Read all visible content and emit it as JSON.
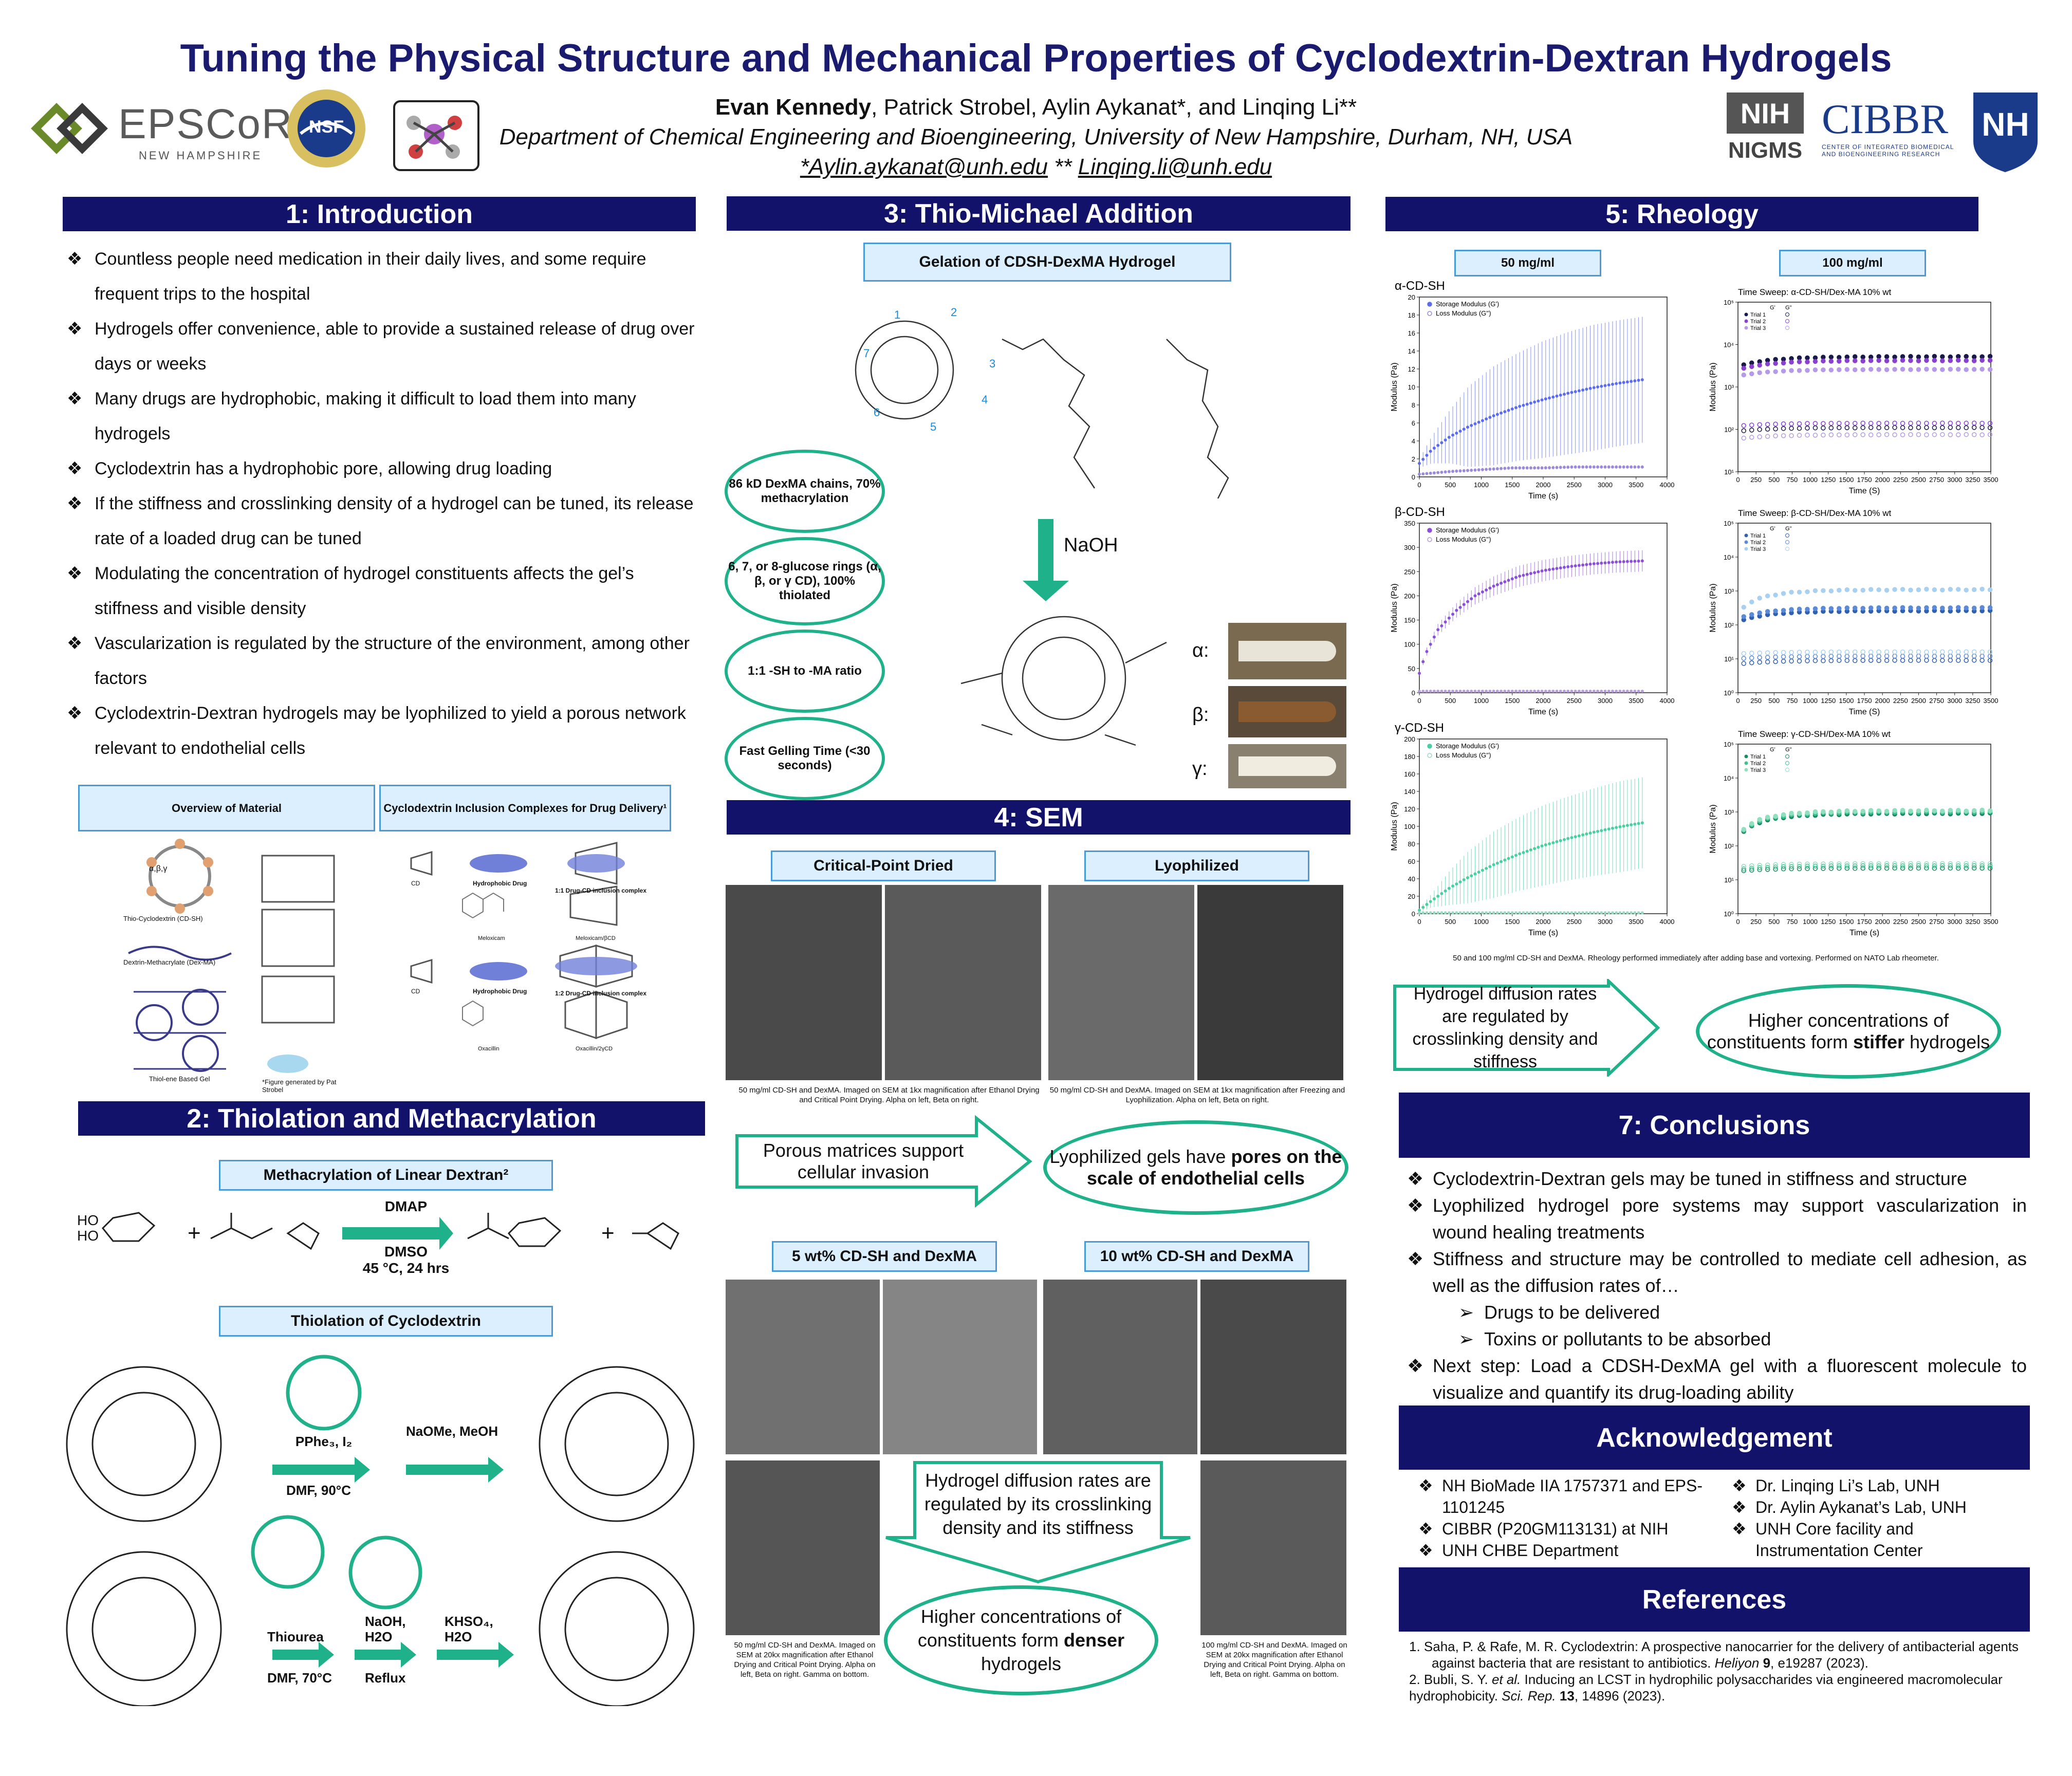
{
  "title": "Tuning the Physical Structure and Mechanical Properties of Cyclodextrin-Dextran Hydrogels",
  "authors": {
    "lead": "Evan Kennedy",
    "others": ", Patrick Strobel, Aylin Aykanat*, and Linqing Li**",
    "affiliation": "Department of Chemical Engineering and Bioengineering, University of New Hampshire, Durham, NH, USA",
    "email1": "*Aylin.aykanat@unh.edu",
    "sep": " ** ",
    "email2": "Linqing.li@unh.edu"
  },
  "logos": {
    "epscor_main": "EPSCoR",
    "epscor_sub": "NEW HAMPSHIRE",
    "nsf": "NSF",
    "nih": "NIH",
    "nigms": "NIGMS",
    "cibbr": "CIBBR",
    "cibbr_sub1": "CENTER OF INTEGRATED BIOMEDICAL",
    "cibbr_sub2": "AND BIOENGINEERING RESEARCH",
    "unh": "NH"
  },
  "intro": {
    "header": "1: Introduction",
    "bullet_glyph": "❖",
    "bullets": [
      "Countless people need medication in their daily lives, and some require frequent trips to the hospital",
      "Hydrogels offer convenience, able to provide a sustained release of drug over days or weeks",
      "Many drugs are hydrophobic, making it difficult to load them into many hydrogels",
      "Cyclodextrin has a hydrophobic pore, allowing drug loading",
      "If the stiffness and crosslinking density of a hydrogel can be tuned, its release rate of a loaded drug can be tuned",
      "Modulating the concentration of hydrogel constituents affects the gel’s stiffness and visible density",
      "Vascularization is regulated by the structure of the environment, among other factors",
      "Cyclodextrin-Dextran hydrogels may be lyophilized to yield a porous network relevant to endothelial cells"
    ],
    "overview_label": "Overview of Material",
    "inclusion_label": "Cyclodextrin Inclusion Complexes for Drug Delivery¹",
    "overview_items": [
      "α,β,γ",
      "Thio-Cyclodextrin (CD-SH)",
      "Dextrin-Methacrylate (Dex-MA)",
      "Thiol-ene Based Gel",
      "*Figure generated by Pat Strobel"
    ],
    "inclusion_items": [
      "CD",
      "Hydrophobic Drug",
      "1:1 Drug-CD inclusion complex",
      "Meloxicam",
      "Meloxicam/βCD",
      "CD",
      "Hydrophobic Drug",
      "1:2 Drug-CD inclusion complex",
      "Oxacillin",
      "Oxacillin/2γCD"
    ]
  },
  "thiolation": {
    "header": "2: Thiolation and Methacrylation",
    "methacrylation_label": "Methacrylation of Linear Dextran²",
    "meth_reagent_top": "DMAP",
    "meth_reagent_bottom": "DMSO",
    "meth_conditions": "45 °C, 24 hrs",
    "plus": "+",
    "thiolation_label": "Thiolation of Cyclodextrin",
    "reagent1": "PPhe₃, I₂",
    "reagent1_cond": "DMF, 90°C",
    "reagent2": "NaOMe, MeOH",
    "reagent3": "Thiourea",
    "reagent3_cond": "DMF, 70°C",
    "reagent4": "NaOH, H2O",
    "reagent4_cond": "Reflux",
    "reagent5": "KHSO₄, H2O"
  },
  "thio_michael": {
    "header": "3: Thio-Michael Addition",
    "gelation_label": "Gelation of CDSH-DexMA Hydrogel",
    "ovals": [
      "86 kD DexMA chains, 70% methacrylation",
      "6, 7, or 8-glucose rings (α, β, or γ CD), 100% thiolated",
      "1:1 -SH to -MA ratio",
      "Fast Gelling Time (<30 seconds)"
    ],
    "base": "NaOH",
    "vials": [
      "α:",
      "β:",
      "γ:"
    ],
    "numbers": [
      "1",
      "2",
      "3",
      "4",
      "5",
      "6",
      "7"
    ]
  },
  "sem": {
    "header": "4: SEM",
    "cpd_label": "Critical-Point Dried",
    "lyo_label": "Lyophilized",
    "cpd_caption": "50 mg/ml CD-SH and DexMA. Imaged on SEM at 1kx magnification after Ethanol Drying and Critical Point Drying. Alpha on left, Beta on right.",
    "lyo_caption": "50 mg/ml CD-SH and DexMA. Imaged on SEM at 1kx magnification after Freezing and Lyophilization. Alpha on left, Beta on right.",
    "arrow1_text": "Porous matrices support cellular invasion",
    "oval1_pre": "Lyophilized gels have ",
    "oval1_bold": "pores on the scale of endothelial cells",
    "label_5": "5 wt% CD-SH and DexMA",
    "label_10": "10 wt% CD-SH and DexMA",
    "arrow2_text": "Hydrogel diffusion rates are regulated by its crosslinking density and its stiffness",
    "oval2_pre": "Higher concentrations of constituents form ",
    "oval2_bold": "denser",
    "oval2_post": " hydrogels",
    "caption_5": "50 mg/ml CD-SH and DexMA. Imaged on SEM at 20kx magnification after Ethanol Drying and Critical Point Drying. Alpha on left, Beta on right. Gamma on bottom.",
    "caption_10": "100 mg/ml CD-SH and DexMA. Imaged on SEM at 20kx magnification after Ethanol Drying and Critical Point Drying. Alpha on left, Beta on right. Gamma on bottom."
  },
  "rheology": {
    "header": "5: Rheology",
    "col50": "50 mg/ml",
    "col100": "100 mg/ml",
    "caption": "50 and 100 mg/ml CD-SH and DexMA. Rheology performed immediately after adding base and vortexing. Performed on NATO Lab rheometer.",
    "arrow_text": "Hydrogel diffusion rates are regulated by crosslinking density and stiffness",
    "oval_pre": "Higher concentrations of constituents form ",
    "oval_bold": "stiffer",
    "oval_post": " hydrogels"
  },
  "chart_data": [
    {
      "type": "scatter",
      "title": "α-CD-SH",
      "xlabel": "Time (s)",
      "ylabel": "Modulus (Pa)",
      "xlim": [
        0,
        4000
      ],
      "ylim": [
        0,
        20
      ],
      "xticks": [
        0,
        500,
        1000,
        1500,
        2000,
        2500,
        3000,
        3500,
        4000
      ],
      "yticks": [
        0,
        2,
        4,
        6,
        8,
        10,
        12,
        14,
        16,
        18,
        20
      ],
      "legend": "top-left",
      "series": [
        {
          "name": "Storage Modulus (G')",
          "color": "#5b6cf0",
          "x": [
            0,
            200,
            500,
            800,
            1200,
            1600,
            2000,
            2400,
            2800,
            3200,
            3600
          ],
          "y": [
            1.5,
            3.0,
            4.5,
            5.6,
            6.8,
            7.8,
            8.6,
            9.3,
            9.9,
            10.4,
            10.8
          ],
          "err": [
            0.5,
            1.5,
            3.0,
            4.5,
            5.5,
            6.0,
            6.5,
            6.8,
            7.0,
            7.0,
            7.0
          ]
        },
        {
          "name": "Loss Modulus (G'')",
          "color": "#9a8ad8",
          "x": [
            0,
            500,
            1000,
            1500,
            2000,
            2500,
            3000,
            3600
          ],
          "y": [
            0.3,
            0.6,
            0.8,
            1.0,
            1.0,
            1.1,
            1.1,
            1.1
          ],
          "err": [
            0.1,
            0.2,
            0.2,
            0.2,
            0.2,
            0.2,
            0.2,
            0.2
          ]
        }
      ]
    },
    {
      "type": "scatter",
      "title": "β-CD-SH",
      "xlabel": "Time (s)",
      "ylabel": "Modulus (Pa)",
      "xlim": [
        0,
        4000
      ],
      "ylim": [
        0,
        350
      ],
      "xticks": [
        0,
        500,
        1000,
        1500,
        2000,
        2500,
        3000,
        3500,
        4000
      ],
      "yticks": [
        0,
        50,
        100,
        150,
        200,
        250,
        300,
        350
      ],
      "legend": "top-left",
      "series": [
        {
          "name": "Storage Modulus (G')",
          "color": "#8a50d8",
          "x": [
            0,
            100,
            300,
            600,
            900,
            1200,
            1600,
            2000,
            2400,
            2800,
            3200,
            3600
          ],
          "y": [
            40,
            80,
            130,
            170,
            200,
            220,
            240,
            252,
            260,
            266,
            270,
            272
          ],
          "err": [
            5,
            8,
            12,
            15,
            18,
            20,
            22,
            22,
            22,
            22,
            22,
            22
          ]
        },
        {
          "name": "Loss Modulus (G'')",
          "color": "#b59ae0",
          "x": [
            0,
            500,
            1000,
            1500,
            2000,
            2500,
            3000,
            3600
          ],
          "y": [
            3,
            3,
            3,
            3,
            3,
            3,
            3,
            3
          ],
          "err": [
            1,
            1,
            1,
            1,
            1,
            1,
            1,
            1
          ]
        }
      ]
    },
    {
      "type": "scatter",
      "title": "γ-CD-SH",
      "xlabel": "Time (s)",
      "ylabel": "Modulus (Pa)",
      "xlim": [
        0,
        4000
      ],
      "ylim": [
        0,
        200
      ],
      "xticks": [
        0,
        500,
        1000,
        1500,
        2000,
        2500,
        3000,
        3500,
        4000
      ],
      "yticks": [
        0,
        20,
        40,
        60,
        80,
        100,
        120,
        140,
        160,
        180,
        200
      ],
      "legend": "top-left",
      "series": [
        {
          "name": "Storage Modulus (G')",
          "color": "#4ad0a0",
          "x": [
            0,
            200,
            500,
            800,
            1200,
            1600,
            2000,
            2400,
            2800,
            3200,
            3600
          ],
          "y": [
            4,
            15,
            30,
            42,
            56,
            68,
            78,
            86,
            93,
            99,
            104
          ],
          "err": [
            2,
            8,
            20,
            30,
            38,
            42,
            46,
            48,
            50,
            52,
            52
          ]
        },
        {
          "name": "Loss Modulus (G'')",
          "color": "#9ad8c0",
          "x": [
            0,
            500,
            1000,
            1500,
            2000,
            2500,
            3000,
            3600
          ],
          "y": [
            1,
            1,
            1,
            1,
            1,
            1,
            1,
            1
          ],
          "err": [
            0.5,
            0.5,
            0.5,
            0.5,
            0.5,
            0.5,
            0.5,
            0.5
          ]
        }
      ]
    },
    {
      "type": "scatter",
      "title": "Time Sweep: α-CD-SH/Dex-MA 10% wt",
      "xlabel": "Time (S)",
      "ylabel": "Modulus (Pa)",
      "xlim": [
        0,
        3500
      ],
      "log": true,
      "ylim": [
        10,
        100000
      ],
      "xticks": [
        0,
        250,
        500,
        750,
        1000,
        1250,
        1500,
        1750,
        2000,
        2250,
        2500,
        2750,
        3000,
        3250,
        3500
      ],
      "ytick_labels": [
        "10¹",
        "10²",
        "10³",
        "10⁴",
        "10⁵"
      ],
      "legend_header": [
        "G'",
        "G''"
      ],
      "legend": "top-left",
      "series": [
        {
          "name": "Trial 1",
          "color": "#1a1a4a",
          "level": 5200,
          "start": 3000,
          "hollow": false
        },
        {
          "name": "Trial 2",
          "color": "#8a40d0",
          "level": 4200,
          "start": 2500,
          "hollow": false
        },
        {
          "name": "Trial 3",
          "color": "#b49ae8",
          "level": 2600,
          "start": 1800,
          "hollow": false
        },
        {
          "name": "Trial 1",
          "color": "#1a1a4a",
          "level": 110,
          "start": 90,
          "hollow": true
        },
        {
          "name": "Trial 2",
          "color": "#8a40d0",
          "level": 140,
          "start": 120,
          "hollow": true
        },
        {
          "name": "Trial 3",
          "color": "#b49ae8",
          "level": 75,
          "start": 60,
          "hollow": true
        }
      ]
    },
    {
      "type": "scatter",
      "title": "Time Sweep: β-CD-SH/Dex-MA 10% wt",
      "xlabel": "Time (S)",
      "ylabel": "Modulus (Pa)",
      "xlim": [
        0,
        3500
      ],
      "log": true,
      "ylim": [
        1,
        100000
      ],
      "xticks": [
        0,
        250,
        500,
        750,
        1000,
        1250,
        1500,
        1750,
        2000,
        2250,
        2500,
        2750,
        3000,
        3250,
        3500
      ],
      "ytick_labels": [
        "10⁰",
        "10¹",
        "10²",
        "10³",
        "10⁴",
        "10⁵"
      ],
      "legend_header": [
        "G'",
        "G''"
      ],
      "legend": "top-left",
      "series": [
        {
          "name": "Trial 1",
          "color": "#3060b0",
          "level": 260,
          "start": 120,
          "hollow": false
        },
        {
          "name": "Trial 2",
          "color": "#5a8ad8",
          "level": 320,
          "start": 150,
          "hollow": false
        },
        {
          "name": "Trial 3",
          "color": "#a8d0f0",
          "level": 1100,
          "start": 200,
          "hollow": false
        },
        {
          "name": "Trial 1",
          "color": "#3060b0",
          "level": 9,
          "start": 7,
          "hollow": true
        },
        {
          "name": "Trial 2",
          "color": "#5a8ad8",
          "level": 12,
          "start": 10,
          "hollow": true
        },
        {
          "name": "Trial 3",
          "color": "#a8d0f0",
          "level": 16,
          "start": 14,
          "hollow": true
        }
      ]
    },
    {
      "type": "scatter",
      "title": "Time Sweep: γ-CD-SH/Dex-MA 10% wt",
      "xlabel": "Time (s)",
      "ylabel": "Modulus (Pa)",
      "xlim": [
        0,
        3500
      ],
      "log": true,
      "ylim": [
        1,
        100000
      ],
      "xticks": [
        0,
        250,
        500,
        750,
        1000,
        1250,
        1500,
        1750,
        2000,
        2250,
        2500,
        2750,
        3000,
        3250,
        3500
      ],
      "ytick_labels": [
        "10⁰",
        "10¹",
        "10²",
        "10³",
        "10⁴",
        "10⁵"
      ],
      "legend_header": [
        "G'",
        "G''"
      ],
      "legend": "top-left",
      "series": [
        {
          "name": "Trial 1",
          "color": "#1a8a60",
          "level": 900,
          "start": 150,
          "hollow": false
        },
        {
          "name": "Trial 2",
          "color": "#40c090",
          "level": 1000,
          "start": 160,
          "hollow": false
        },
        {
          "name": "Trial 3",
          "color": "#90e0c0",
          "level": 1100,
          "start": 170,
          "hollow": false
        },
        {
          "name": "Trial 1",
          "color": "#1a8a60",
          "level": 22,
          "start": 18,
          "hollow": true
        },
        {
          "name": "Trial 2",
          "color": "#40c090",
          "level": 26,
          "start": 20,
          "hollow": true
        },
        {
          "name": "Trial 3",
          "color": "#90e0c0",
          "level": 30,
          "start": 24,
          "hollow": true
        }
      ]
    }
  ],
  "conclusions": {
    "header": "7: Conclusions",
    "bullets": [
      "Cyclodextrin-Dextran gels may be tuned in stiffness and structure",
      "Lyophilized hydrogel pore systems may support vascularization in wound healing treatments",
      "Stiffness and structure may be controlled to mediate cell adhesion, as well as the diffusion rates of…"
    ],
    "sub_glyph": "➢",
    "sub_bullets": [
      "Drugs to be delivered",
      "Toxins or pollutants to be absorbed"
    ],
    "last": "Next step: Load a CDSH-DexMA gel with a fluorescent molecule to visualize and quantify its drug-loading ability"
  },
  "acknowledgement": {
    "header": "Acknowledgement",
    "left": [
      "NH BioMade IIA 1757371 and EPS-1101245",
      "CIBBR (P20GM113131) at NIH",
      "UNH CHBE Department"
    ],
    "right": [
      "Dr. Linqing Li’s Lab, UNH",
      "Dr. Aylin Aykanat’s Lab, UNH",
      "UNH Core facility and Instrumentation Center"
    ]
  },
  "references": {
    "header": "References",
    "ref1_a": "1.   Saha, P. & Rafe, M. R. Cyclodextrin: A prospective nanocarrier for the delivery of antibacterial agents against bacteria that are resistant to antibiotics. ",
    "ref1_j": "Heliyon",
    "ref1_v": " 9",
    "ref1_b": ", e19287 (2023).",
    "ref2_a": "2. Bubli, S. Y. ",
    "ref2_et": "et al.",
    "ref2_b": " Inducing an LCST in hydrophilic polysaccharides via engineered macromolecular hydrophobicity. ",
    "ref2_j": "Sci. Rep.",
    "ref2_v": " 13",
    "ref2_c": ", 14896 (2023)."
  }
}
